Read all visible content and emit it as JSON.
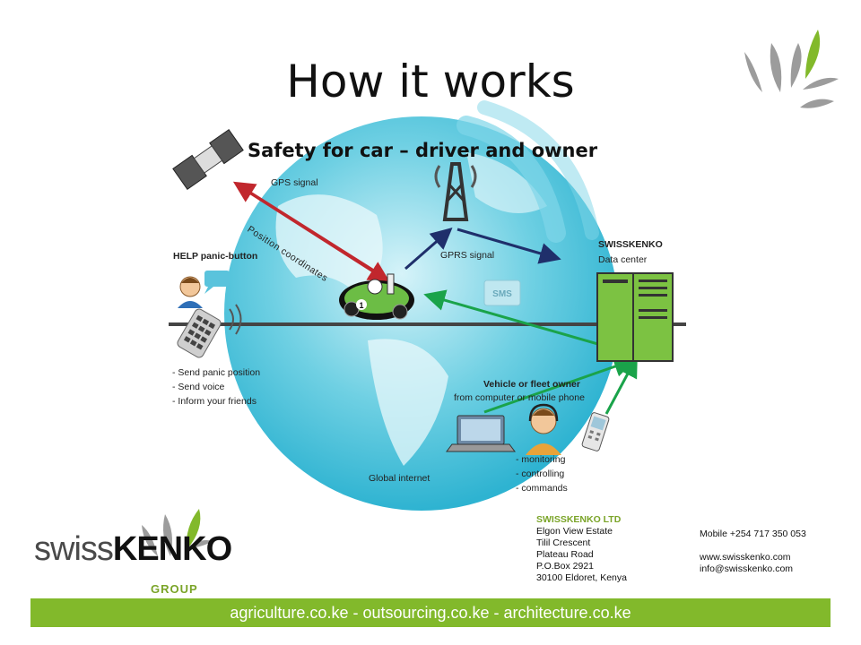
{
  "slide": {
    "title": "How it works"
  },
  "diagram": {
    "title": "Safety for car – driver and owner",
    "gps_signal": "GPS signal",
    "position_coordinates": "Position coordinates",
    "gprs_signal": "GPRS signal",
    "sms_label": "SMS",
    "help_title": "HELP panic-button",
    "help_actions": [
      "- Send panic position",
      "- Send voice",
      "- Inform your friends"
    ],
    "data_center_name": "SWISSKENKO",
    "data_center_label": "Data center",
    "owner_title": "Vehicle or fleet owner",
    "owner_subtitle": "from computer or mobile phone",
    "owner_actions": [
      "- monitoring",
      "- controlling",
      "- commands"
    ],
    "global_internet": "Global internet",
    "car_number": "1"
  },
  "footer": {
    "logo_part1": "swiss",
    "logo_part2": "KENKO",
    "logo_group": "GROUP",
    "company_name": "SWISSKENKO LTD",
    "address_lines": [
      "Elgon View Estate",
      "Tilil Crescent",
      "Plateau Road",
      "P.O.Box 2921",
      "30100 Eldoret, Kenya"
    ],
    "mobile": "Mobile +254 717 350 053",
    "website": "www.swisskenko.com",
    "email": "info@swisskenko.com",
    "banner": "agriculture.co.ke - outsourcing.co.ke - architecture.co.ke"
  },
  "colors": {
    "accent_green": "#82b92b",
    "globe_blue": "#4fc6dd",
    "arrow_red": "#c1272d",
    "arrow_navy": "#1f2f6b",
    "arrow_green": "#1aa34a",
    "server_green": "#7cc242"
  },
  "icons": [
    "satellite-icon",
    "tower-icon",
    "car-icon",
    "person-icon",
    "phone-icon",
    "server-icon",
    "laptop-icon",
    "headset-operator-icon",
    "mobile-phone-icon",
    "sms-icon",
    "leaf-icon"
  ]
}
